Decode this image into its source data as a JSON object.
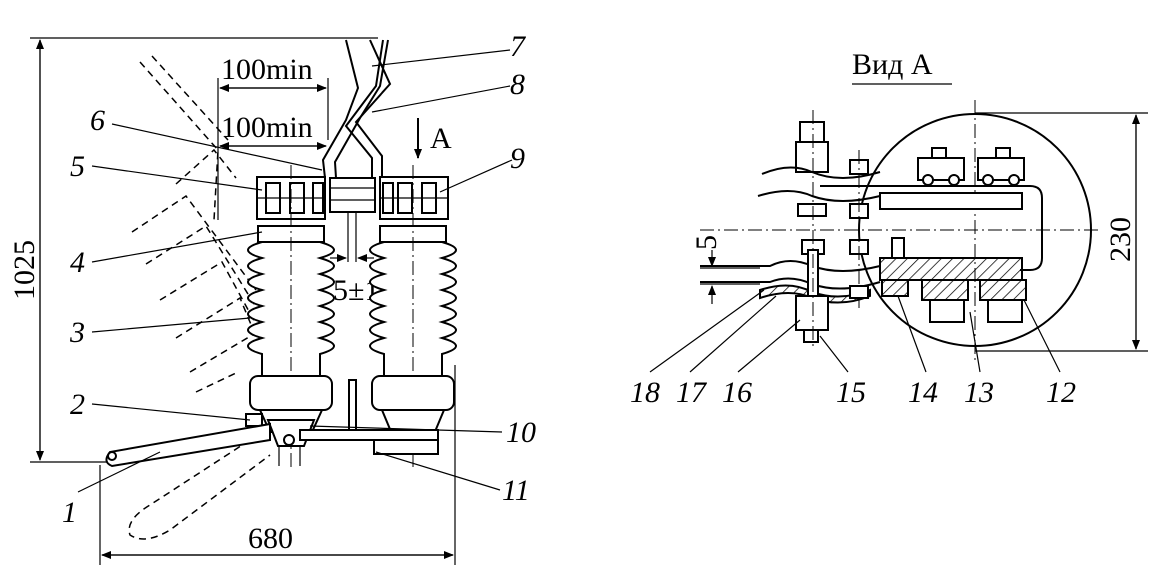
{
  "view_a": {
    "title": "Вид А"
  },
  "arrow_label": "А",
  "dimensions": {
    "height": "1025",
    "width": "680",
    "gap_top": "100min",
    "gap_bottom": "100min",
    "contact_gap": "5±1",
    "view_gap": "5",
    "view_height": "230"
  },
  "part_numbers": [
    "1",
    "2",
    "3",
    "4",
    "5",
    "6",
    "7",
    "8",
    "9",
    "10",
    "11",
    "12",
    "13",
    "14",
    "15",
    "16",
    "17",
    "18"
  ]
}
